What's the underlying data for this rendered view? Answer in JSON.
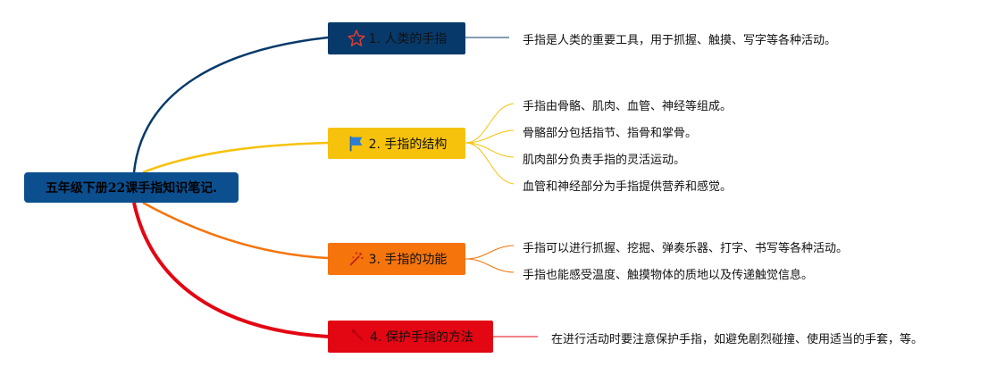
{
  "root": {
    "label": "五年级下册22课手指知识笔记."
  },
  "branches": [
    {
      "label": "1. 人类的手指",
      "icon": "star-icon",
      "color": "#073a6b",
      "leaves": [
        "手指是人类的重要工具，用于抓握、触摸、写字等各种活动。"
      ]
    },
    {
      "label": "2. 手指的结构",
      "icon": "flag-icon",
      "color": "#f7c20c",
      "leaves": [
        "手指由骨骼、肌肉、血管、神经等组成。",
        "骨骼部分包括指节、指骨和掌骨。",
        "肌肉部分负责手指的灵活运动。",
        "血管和神经部分为手指提供营养和感觉。"
      ]
    },
    {
      "label": "3. 手指的功能",
      "icon": "sparkle-icon",
      "color": "#f5740c",
      "leaves": [
        "手指可以进行抓握、挖掘、弹奏乐器、打字、书写等各种活动。",
        "手指也能感受温度、触摸物体的质地以及传递触觉信息。"
      ]
    },
    {
      "label": "4. 保护手指的方法",
      "icon": "pin-icon",
      "color": "#e30613",
      "leaves": [
        "在进行活动时要注意保护手指，如避免剧烈碰撞、使用适当的手套，等。"
      ]
    }
  ]
}
